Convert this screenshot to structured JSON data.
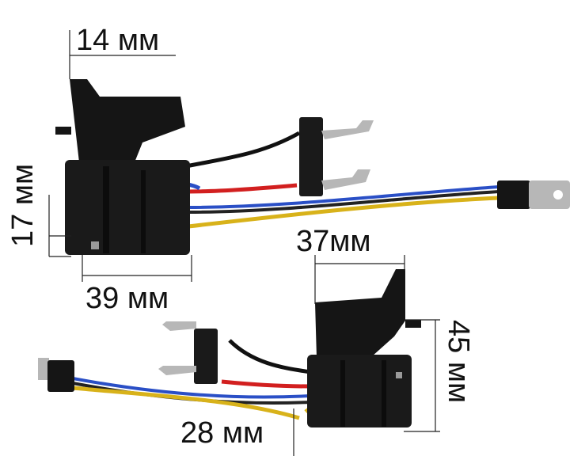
{
  "dimensions": {
    "top_width": "14 мм",
    "side_height_left": "17 мм",
    "bottom_width_left": "39 мм",
    "head_width_right": "37мм",
    "height_right": "45 мм",
    "bottom_width_right": "28 мм"
  },
  "colors": {
    "housing": "#151515",
    "wire_red": "#d21f1f",
    "wire_blue": "#2a4fc6",
    "wire_yellow": "#d8b21a",
    "wire_black": "#111111",
    "metal": "#b7b7b7"
  }
}
